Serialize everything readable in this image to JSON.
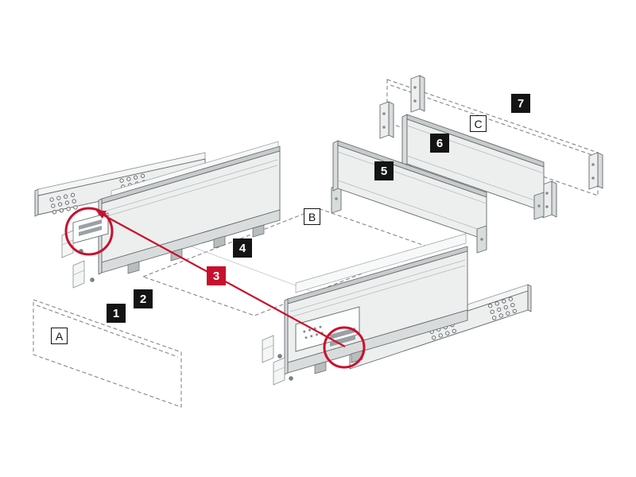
{
  "callouts": {
    "numbers": [
      "1",
      "2",
      "3",
      "4",
      "5",
      "6",
      "7"
    ],
    "letters": [
      "A",
      "B",
      "C"
    ],
    "highlighted_number": "3"
  },
  "colors": {
    "background": "#ffffff",
    "highlight_red": "#c8102e",
    "number_badge_bg": "#141414",
    "number_badge_fg": "#ffffff",
    "letter_badge_bg": "#ffffff",
    "letter_badge_border": "#141414",
    "letter_badge_fg": "#141414",
    "part_fill": "#ecefee",
    "part_edge": "#63686b",
    "dashed_outline": "#82878a"
  }
}
